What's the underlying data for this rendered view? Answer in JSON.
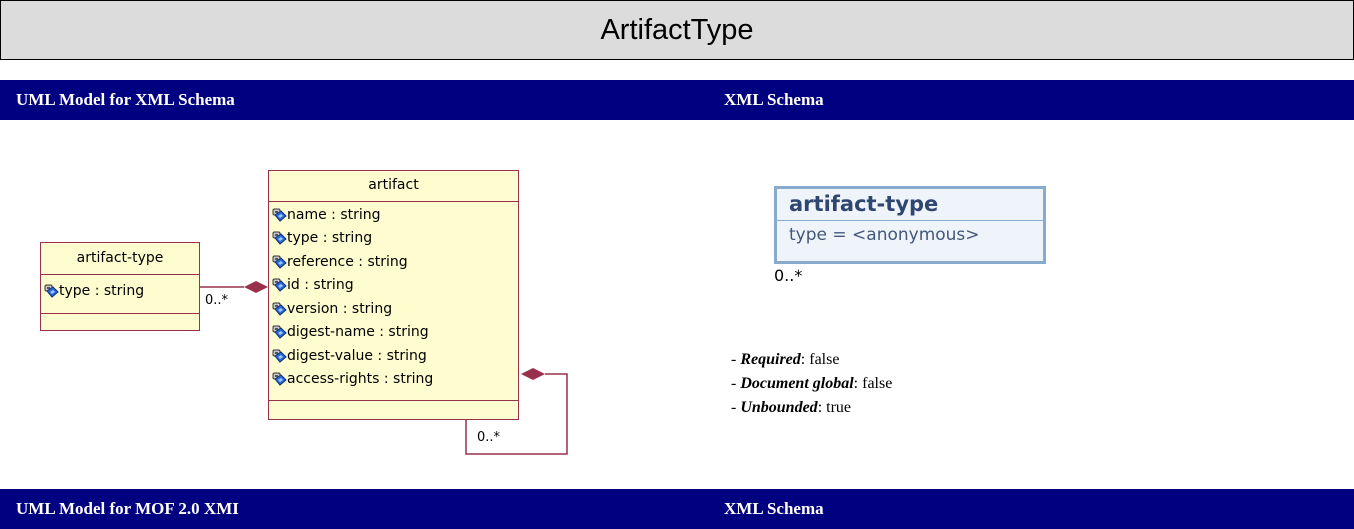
{
  "page_title": "ArtifactType",
  "sections": [
    {
      "left": "UML Model for XML Schema",
      "right": "XML Schema"
    },
    {
      "left": "UML Model for MOF 2.0 XMI",
      "right": "XML Schema"
    }
  ],
  "uml_diagram": {
    "classes": [
      {
        "name": "artifact-type",
        "attributes": [
          "type : string"
        ]
      },
      {
        "name": "artifact",
        "attributes": [
          "name : string",
          "type : string",
          "reference : string",
          "id : string",
          "version : string",
          "digest-name : string",
          "digest-value : string",
          "access-rights : string"
        ]
      }
    ],
    "multiplicities": [
      "0..*",
      "0..*"
    ]
  },
  "xsd_element": {
    "name": "artifact-type",
    "type": "type = <anonymous>",
    "multiplicity": "0..*"
  },
  "properties": [
    {
      "label": "Required",
      "value": "false"
    },
    {
      "label": "Document global",
      "value": "false"
    },
    {
      "label": "Unbounded",
      "value": "true"
    }
  ],
  "colors": {
    "section_bar": "#000080",
    "title_bar": "#dcdcdc",
    "uml_fill": "#fffccf",
    "uml_border": "#99304c",
    "xsd_border": "#88aacc"
  }
}
